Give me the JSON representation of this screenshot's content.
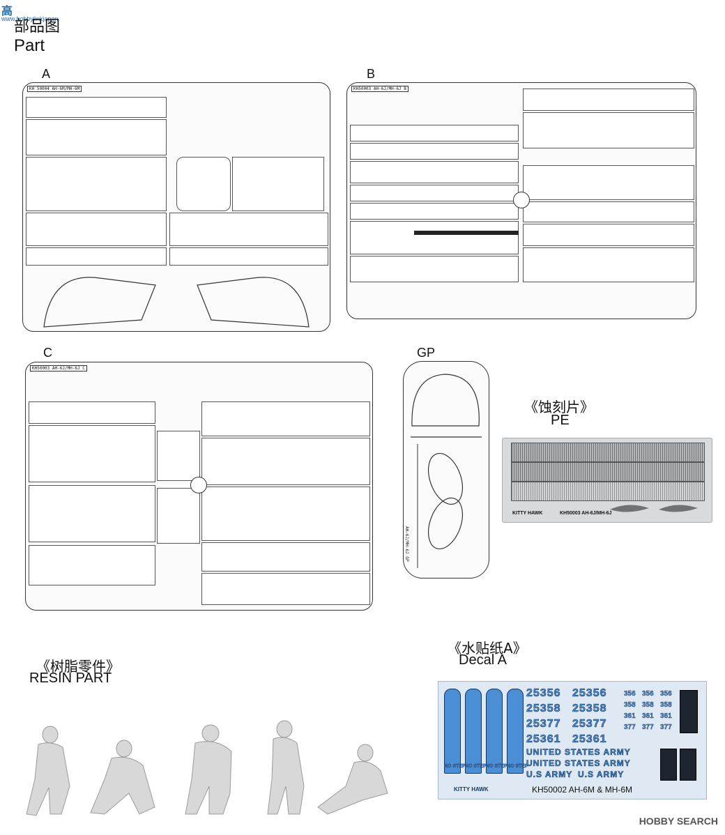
{
  "header": {
    "title_cn": "部品图",
    "title_en": "Part",
    "watermark_logo": "高",
    "watermark_url": "www.hobbylinkjapan"
  },
  "sprues": {
    "a": {
      "label": "A",
      "tag": "KH 50004 AH-6M/MH-6M"
    },
    "b": {
      "label": "B",
      "tag": "KH50003 AH-6J/MH-6J B"
    },
    "c": {
      "label": "C",
      "tag": "KH50003 AH-6J/MH-6J C"
    },
    "gp": {
      "label": "GP",
      "tag": "AH-6J/MH-6J GP"
    }
  },
  "pe": {
    "title_cn": "《蚀刻片》",
    "title_en": "PE",
    "brand": "KITTY HAWK",
    "code": "KH50003 AH-6J/MH-6J"
  },
  "resin": {
    "title_cn": "《树脂零件》",
    "title_en": "RESIN PART"
  },
  "decal": {
    "title_cn": "《水贴纸A》",
    "title_en": "Decal A",
    "serials": [
      "25356",
      "25356",
      "25358",
      "25358",
      "25377",
      "25377",
      "25361",
      "25361"
    ],
    "small_serials": [
      "356",
      "356",
      "356",
      "358",
      "358",
      "358",
      "361",
      "361",
      "361",
      "377",
      "377",
      "377"
    ],
    "army_text": [
      "UNITED STATES ARMY",
      "UNITED STATES ARMY",
      "U.S ARMY",
      "U.S ARMY"
    ],
    "no_step": [
      "NO STEP",
      "NO STEP",
      "NO STEP",
      "NO STEP"
    ],
    "brand": "KITTY HAWK",
    "footer": "KH50002  AH-6M & MH-6M"
  },
  "brand_footer": "HOBBY SEARCH",
  "colors": {
    "decal_blue": "#4a8ed6",
    "decal_dark": "#17365e",
    "watermark_blue": "#1f6fb5"
  }
}
